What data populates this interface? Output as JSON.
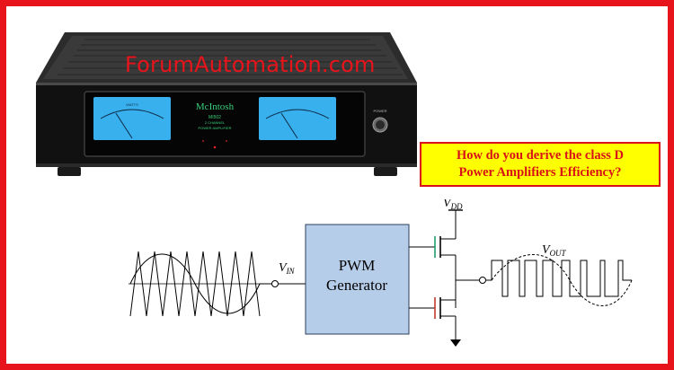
{
  "watermark": "ForumAutomation.com",
  "question": {
    "line1": "How do you derive the class D",
    "line2": "Power Amplifiers Efficiency?"
  },
  "amplifier": {
    "brand": "McIntosh",
    "model": "MI502",
    "subtitle_1": "2 CHANNEL",
    "subtitle_2": "POWER AMPLIFIER",
    "meter_label": "WATTS",
    "power_label": "POWER"
  },
  "circuit": {
    "block_line1": "PWM",
    "block_line2": "Generator",
    "vin": "V",
    "vin_sub": "IN",
    "vdd": "V",
    "vdd_sub": "DD",
    "vout": "V",
    "vout_sub": "OUT"
  },
  "colors": {
    "frame": "#e8141b",
    "question_bg": "#ffff00",
    "block_fill": "#b6cde9",
    "meter": "#39b0ee",
    "nmos_gate": "#c0392b",
    "pmos_gate": "#1e9f6e"
  }
}
